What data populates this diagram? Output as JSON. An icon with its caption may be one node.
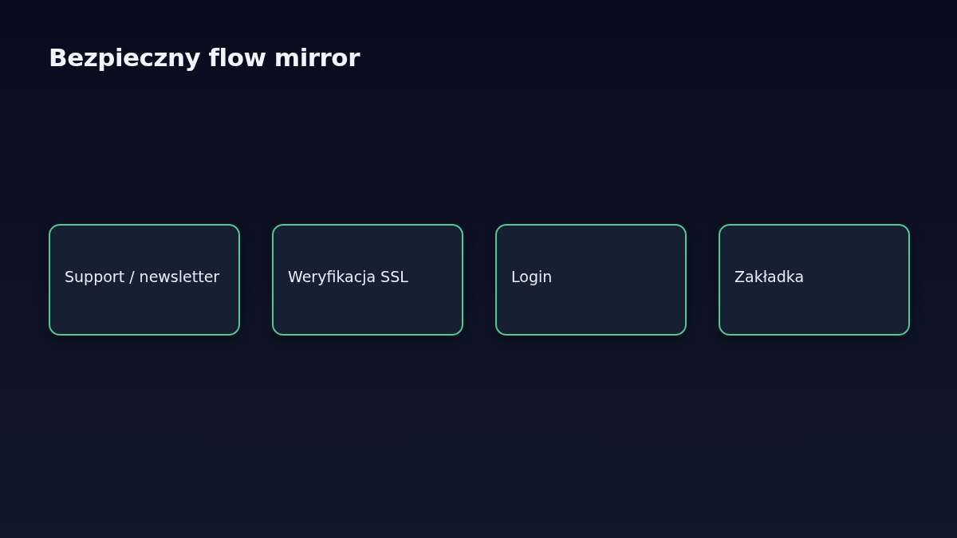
{
  "diagram": {
    "title": "Bezpieczny flow mirror",
    "nodes": [
      {
        "text": [
          "Support / newsletter"
        ]
      },
      {
        "text": [
          "Weryfikacja SSL"
        ]
      },
      {
        "text": [
          "Login"
        ]
      },
      {
        "text": [
          "Zakładka"
        ]
      }
    ]
  }
}
